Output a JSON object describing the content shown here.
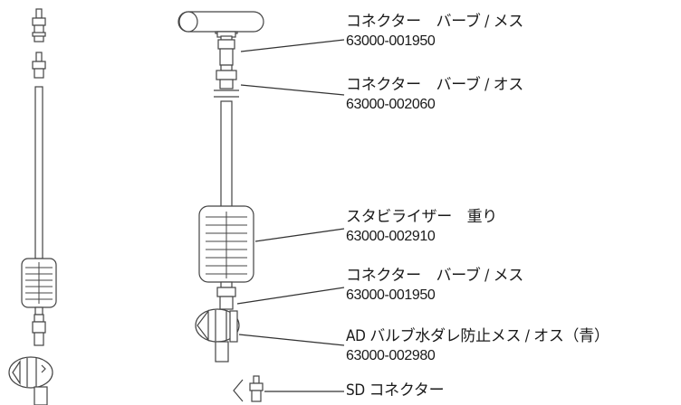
{
  "callouts": [
    {
      "name": "コネクター　バーブ / メス",
      "part_no": "63000-001950"
    },
    {
      "name": "コネクター　バーブ / オス",
      "part_no": "63000-002060"
    },
    {
      "name": "スタビライザー　重り",
      "part_no": "63000-002910"
    },
    {
      "name": "コネクター　バーブ / メス",
      "part_no": "63000-001950"
    },
    {
      "name": "AD バルブ水ダレ防止メス / オス（青）",
      "part_no": "63000-002980"
    },
    {
      "name": "SD コネクター",
      "part_no": ""
    }
  ]
}
